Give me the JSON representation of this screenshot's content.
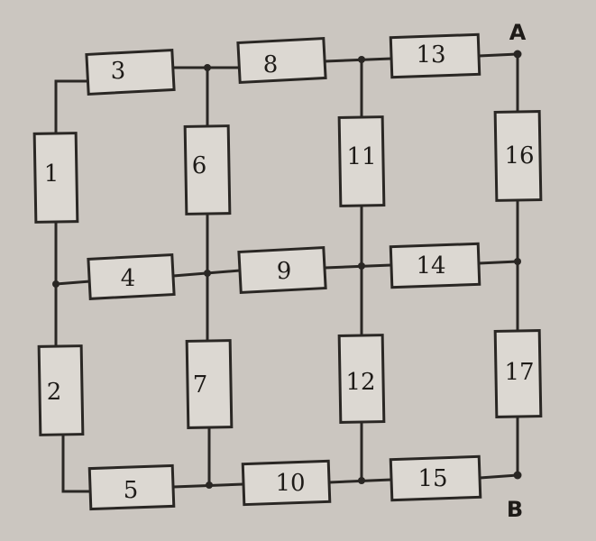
{
  "diagram": {
    "resistors": [
      "1",
      "2",
      "3",
      "4",
      "5",
      "6",
      "7",
      "8",
      "9",
      "10",
      "11",
      "12",
      "13",
      "14",
      "15",
      "16",
      "17"
    ],
    "terminals": {
      "a": "A",
      "b": "B"
    }
  }
}
